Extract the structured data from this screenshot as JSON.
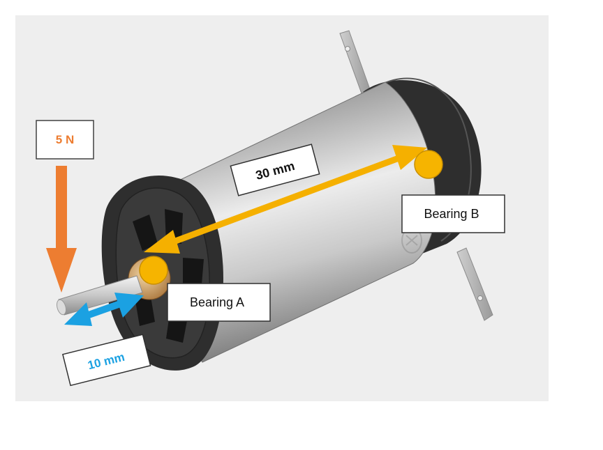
{
  "labels": {
    "force": "5 N",
    "bearing_a": "Bearing A",
    "bearing_b": "Bearing B",
    "bearing_span": "30 mm",
    "overhang": "10 mm"
  },
  "colors": {
    "force_orange": "#ED7D31",
    "bearing_gold": "#F6B400",
    "span_arrow": "#F5B000",
    "overhang_blue": "#1BA1E2",
    "background_panel": "#EEEEEE",
    "motor_end_cap": "#2E2E2E",
    "motor_body": "#C8C8C8"
  },
  "icons": {
    "force_arrow": "arrow-down",
    "span_arrow": "double-arrow",
    "overhang_arrow": "double-arrow",
    "bearing_marker": "circle"
  }
}
